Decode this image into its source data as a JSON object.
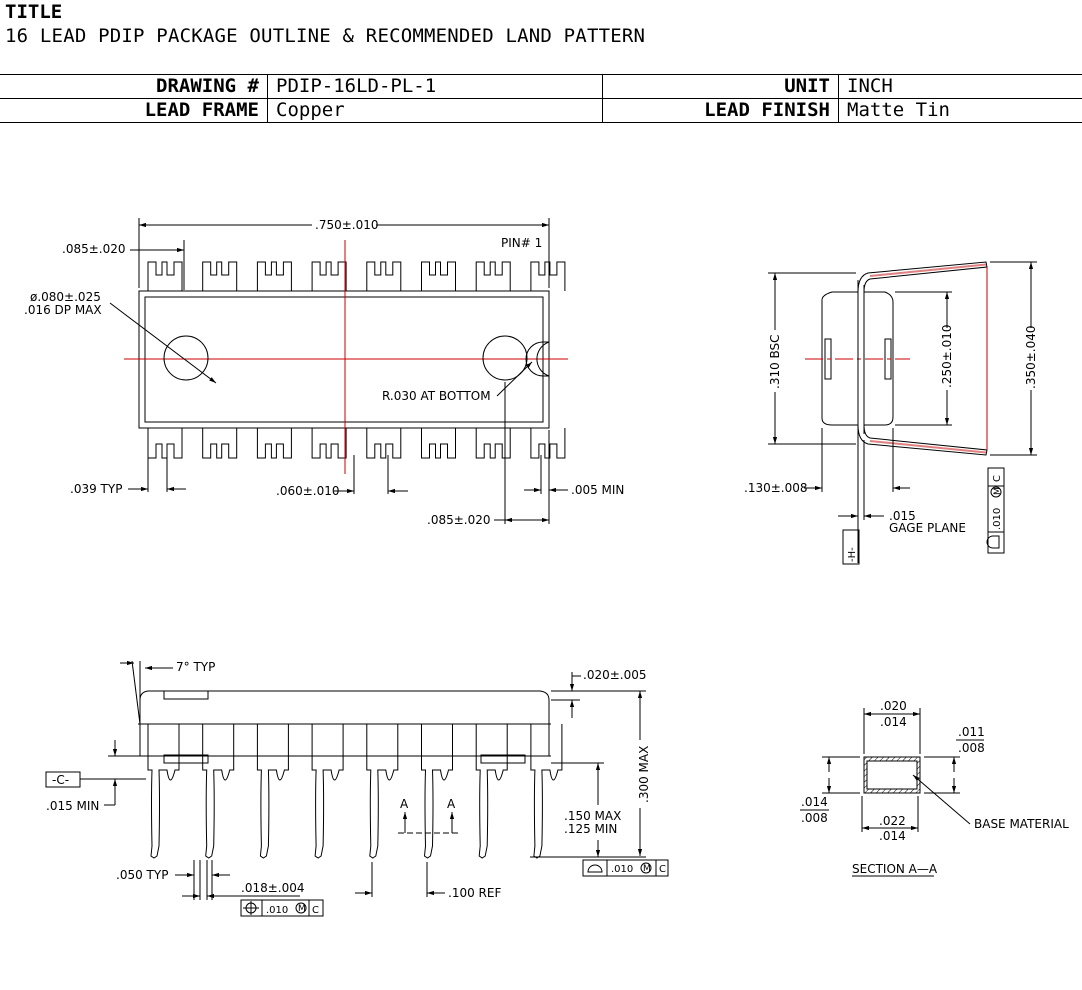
{
  "title": {
    "label": "TITLE",
    "text": "16 LEAD PDIP PACKAGE OUTLINE & RECOMMENDED LAND PATTERN"
  },
  "header": {
    "drawing_label": "DRAWING #",
    "drawing_value": "PDIP-16LD-PL-1",
    "unit_label": "UNIT",
    "unit_value": "INCH",
    "lead_frame_label": "LEAD FRAME",
    "lead_frame_value": "Copper",
    "lead_finish_label": "LEAD FINISH",
    "lead_finish_value": "Matte Tin"
  },
  "top_view": {
    "length_main": ".750",
    "length_tol": "±.010",
    "pin1": "PIN# 1",
    "pin_offset": ".085±.020",
    "hole_dia": "ø.080±.025",
    "hole_depth": ".016 DP MAX",
    "radius_note": "R.030 AT BOTTOM",
    "lead_width": ".039 TYP",
    "pitch_main": ".060",
    "pitch_tol": "±.010",
    "min_gap": ".005 MIN",
    "end_offset": ".085±.020"
  },
  "end_view": {
    "bsc": ".310 BSC",
    "body_width": ".250±.010",
    "lead_span": ".350±.040",
    "standoff_main": ".130",
    "standoff_tol": "±.008",
    "gage_value": ".015",
    "gage_label": "GAGE PLANE",
    "datum_h": "-H-",
    "tolerance_frame": ".010",
    "datum_c": "C",
    "mmc": "M"
  },
  "side_view": {
    "angle": "7° TYP",
    "top_thick_main": ".020",
    "top_thick_tol": "±.005",
    "datum_c": "-C-",
    "seat_min": ".015 MIN",
    "height_max": ".300 MAX",
    "lead_len_max": ".150 MAX",
    "lead_len_min": ".125 MIN",
    "section_a": "A",
    "section_a2": "A",
    "pitch_typ": ".050 TYP",
    "lead_dia_main": ".018",
    "lead_dia_tol": "±.004",
    "pitch_ref": ".100 REF",
    "fcf_value": ".010",
    "fcf_datum": "C",
    "mmc": "M"
  },
  "section": {
    "top_w1": ".020",
    "top_w2": ".014",
    "right_t1": ".011",
    "right_t2": ".008",
    "left_t1": ".014",
    "left_t2": ".008",
    "bot_w1": ".022",
    "bot_w2": ".014",
    "material": "BASE MATERIAL",
    "caption": "SECTION A—A"
  },
  "colors": {
    "line": "#000000",
    "centerline": "#cc0000",
    "lead_fill": "#e08080"
  }
}
